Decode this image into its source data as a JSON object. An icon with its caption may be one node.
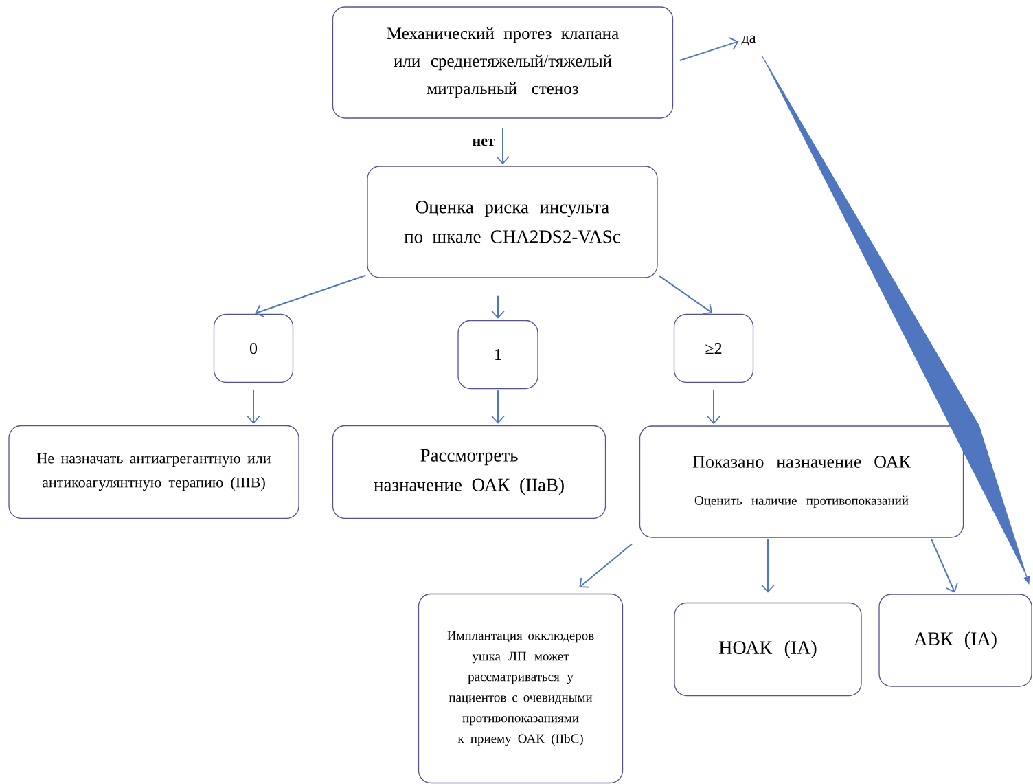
{
  "diagram": {
    "nodes": [
      {
        "text": [
          "Механический протез клапана или среднетяжелый/тяжелый митральный стеноз"
        ]
      },
      {
        "text": [
          "да"
        ]
      },
      {
        "text": [
          "Оценка риска инсульта по шкале CHA2DS2-VASc"
        ]
      },
      {
        "text": [
          "0"
        ]
      },
      {
        "text": [
          "1"
        ]
      },
      {
        "text": [
          "≥2"
        ]
      },
      {
        "text": [
          "Не назначать антиагрегантную или антикоагулянтную терапию (IIIB)"
        ]
      },
      {
        "text": [
          "Рассмотреть назначение ОАК (IIaB)"
        ]
      },
      {
        "text": [
          "Показано назначение ОАК",
          "Оценить наличие противопоказаний"
        ]
      },
      {
        "text": [
          "Имплантация окклюдеров ушка ЛП может рассматриваться у пациентов с очевидными противопоказаниями к приему ОАК (IIbC)"
        ]
      },
      {
        "text": [
          "НОАК (IA)"
        ]
      },
      {
        "text": [
          "АВК (IA)"
        ]
      }
    ],
    "edges": [
      {
        "from": 0,
        "to": 1,
        "arrow": "to"
      },
      {
        "from": 0,
        "to": 2,
        "arrow": "to",
        "label": "нет"
      },
      {
        "from": 2,
        "to": 3,
        "arrow": "to"
      },
      {
        "from": 2,
        "to": 4,
        "arrow": "to"
      },
      {
        "from": 2,
        "to": 5,
        "arrow": "to"
      },
      {
        "from": 3,
        "to": 6,
        "arrow": "to"
      },
      {
        "from": 4,
        "to": 7,
        "arrow": "to"
      },
      {
        "from": 5,
        "to": 8,
        "arrow": "to"
      },
      {
        "from": 8,
        "to": 9,
        "arrow": "to"
      },
      {
        "from": 8,
        "to": 10,
        "arrow": "to"
      },
      {
        "from": 8,
        "to": 11,
        "arrow": "to"
      },
      {
        "from": 1,
        "to": 11,
        "arrow": "to"
      }
    ]
  }
}
